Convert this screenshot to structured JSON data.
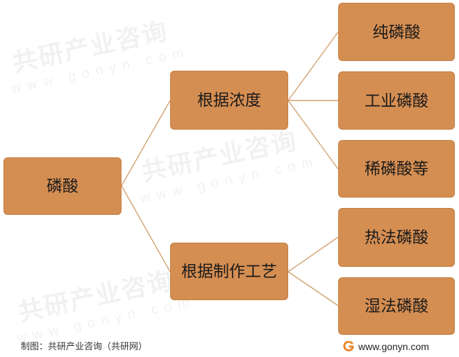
{
  "diagram": {
    "root": {
      "label": "磷酸"
    },
    "branches": [
      {
        "label": "根据浓度",
        "children": [
          "纯磷酸",
          "工业磷酸",
          "稀磷酸等"
        ]
      },
      {
        "label": "根据制作工艺",
        "children": [
          "热法磷酸",
          "湿法磷酸"
        ]
      }
    ]
  },
  "footer": {
    "source": "制图：共研产业咨询（共研网）",
    "website": "www.gonyn.com",
    "logo_icon": "gonyn-logo-icon"
  },
  "watermark": {
    "brand": "共研产业咨询",
    "url": "www.gonyn.com"
  },
  "colors": {
    "box_fill": "#D58E52",
    "box_border": "#C47E42",
    "connector": "#D3A272",
    "text": "#1A1A1A",
    "brand_orange": "#E8852A"
  }
}
